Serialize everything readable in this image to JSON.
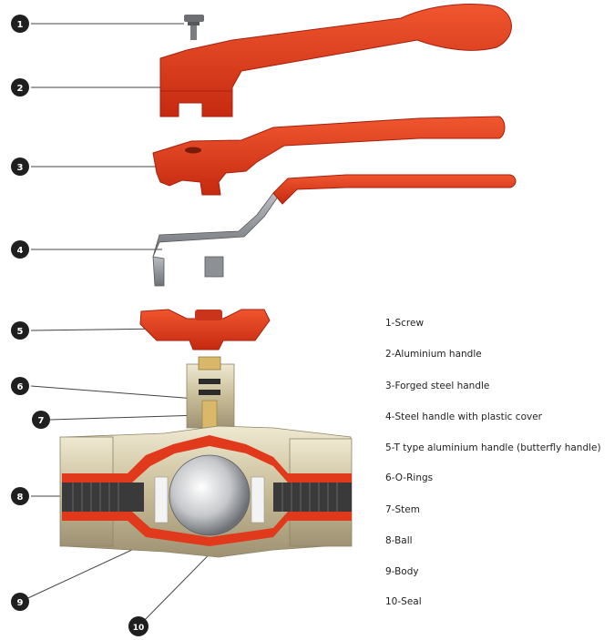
{
  "colors": {
    "handle_red": "#e0391c",
    "handle_shadow": "#a8200c",
    "brass": "#d4c9a6",
    "steel": "#8d9095",
    "callout": "#1f1f1f"
  },
  "callouts": [
    "1",
    "2",
    "3",
    "4",
    "5",
    "6",
    "7",
    "8",
    "9",
    "10"
  ],
  "legend": [
    "1-Screw",
    "2-Aluminium handle",
    "3-Forged steel handle",
    "4-Steel handle with plastic cover",
    "5-T type aluminium  handle (butterfly  handle)",
    "6-O-Rings",
    "7-Stem",
    "8-Ball",
    "9-Body",
    "10-Seal"
  ]
}
